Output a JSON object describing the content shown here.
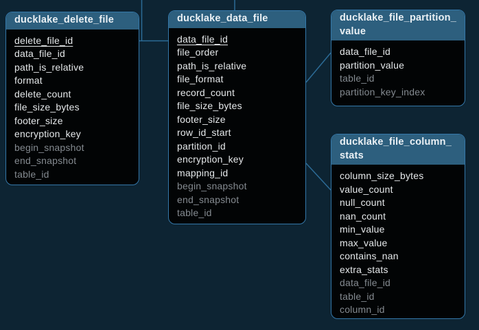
{
  "diagram": {
    "kind": "entity-relationship-schema",
    "colors": {
      "background": "#0d2433",
      "table_header_bg": "#2d5f7e",
      "table_body_bg": "#020405",
      "table_border": "#3478aa",
      "connector_line": "#2c6b96",
      "field_text": "#e5e8ea",
      "field_text_muted": "#848a90",
      "title_text": "#eaf0f4"
    },
    "tables": [
      {
        "name": "ducklake_delete_file",
        "title_lines": [
          "ducklake_delete_file"
        ],
        "fields": [
          {
            "name": "delete_file_id",
            "key": "primary",
            "muted": false
          },
          {
            "name": "data_file_id",
            "muted": false
          },
          {
            "name": "path_is_relative",
            "muted": false
          },
          {
            "name": "format",
            "muted": false
          },
          {
            "name": "delete_count",
            "muted": false
          },
          {
            "name": "file_size_bytes",
            "muted": false
          },
          {
            "name": "footer_size",
            "muted": false
          },
          {
            "name": "encryption_key",
            "muted": false
          },
          {
            "name": "begin_snapshot",
            "muted": true
          },
          {
            "name": "end_snapshot",
            "muted": true
          },
          {
            "name": "table_id",
            "muted": true
          }
        ]
      },
      {
        "name": "ducklake_data_file",
        "title_lines": [
          "ducklake_data_file"
        ],
        "fields": [
          {
            "name": "data_file_id",
            "key": "primary",
            "muted": false
          },
          {
            "name": "file_order",
            "muted": false
          },
          {
            "name": "path_is_relative",
            "muted": false
          },
          {
            "name": "file_format",
            "muted": false
          },
          {
            "name": "record_count",
            "muted": false
          },
          {
            "name": "file_size_bytes",
            "muted": false
          },
          {
            "name": "footer_size",
            "muted": false
          },
          {
            "name": "row_id_start",
            "muted": false
          },
          {
            "name": "partition_id",
            "muted": false
          },
          {
            "name": "encryption_key",
            "muted": false
          },
          {
            "name": "mapping_id",
            "muted": false
          },
          {
            "name": "begin_snapshot",
            "muted": true
          },
          {
            "name": "end_snapshot",
            "muted": true
          },
          {
            "name": "table_id",
            "muted": true
          }
        ]
      },
      {
        "name": "ducklake_file_partition_value",
        "title_lines": [
          "ducklake_file_partition_",
          "value"
        ],
        "fields": [
          {
            "name": "data_file_id",
            "muted": false
          },
          {
            "name": "partition_value",
            "muted": false
          },
          {
            "name": "table_id",
            "muted": true
          },
          {
            "name": "partition_key_index",
            "muted": true
          }
        ]
      },
      {
        "name": "ducklake_file_column_stats",
        "title_lines": [
          "ducklake_file_column_",
          "stats"
        ],
        "fields": [
          {
            "name": "column_size_bytes",
            "muted": false
          },
          {
            "name": "value_count",
            "muted": false
          },
          {
            "name": "null_count",
            "muted": false
          },
          {
            "name": "nan_count",
            "muted": false
          },
          {
            "name": "min_value",
            "muted": false
          },
          {
            "name": "max_value",
            "muted": false
          },
          {
            "name": "contains_nan",
            "muted": false
          },
          {
            "name": "extra_stats",
            "muted": false
          },
          {
            "name": "data_file_id",
            "muted": true
          },
          {
            "name": "table_id",
            "muted": true
          },
          {
            "name": "column_id",
            "muted": true
          }
        ]
      }
    ],
    "relationships": [
      {
        "name": "ducklake_delete_file to ducklake_data_file"
      },
      {
        "name": "top edge branch into delete_file/data_file link"
      },
      {
        "name": "top edge to ducklake_data_file"
      },
      {
        "name": "ducklake_data_file to ducklake_file_partition_value"
      },
      {
        "name": "ducklake_data_file to ducklake_file_column_stats"
      }
    ]
  }
}
